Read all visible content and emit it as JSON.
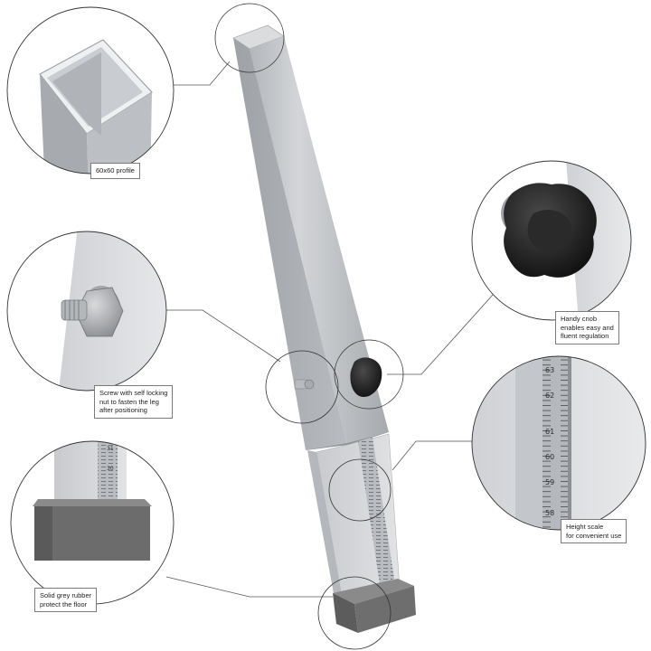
{
  "callouts": {
    "profile": {
      "lines": [
        "60x60 profile"
      ]
    },
    "knob": {
      "lines": [
        "Handy cnob",
        "enables easy and",
        "fluent regulation"
      ]
    },
    "screw": {
      "lines": [
        "Screw with self locking",
        "nut to fasten the leg",
        "after positioning"
      ]
    },
    "scale": {
      "lines": [
        "Height scale",
        "for convenient use"
      ]
    },
    "rubber": {
      "lines": [
        "Solid grey rubber",
        "protect the floor"
      ]
    }
  },
  "scale_numbers": {
    "zoom": [
      "63",
      "62",
      "61",
      "60",
      "59",
      "58"
    ],
    "foot_zoom": [
      "31",
      "30"
    ]
  },
  "colors": {
    "metal": "#c6c8cb",
    "metal_shade": "#a9acb0",
    "knob": "#1e1e1e",
    "rubber": "#6b6b6b",
    "line": "#555555"
  }
}
